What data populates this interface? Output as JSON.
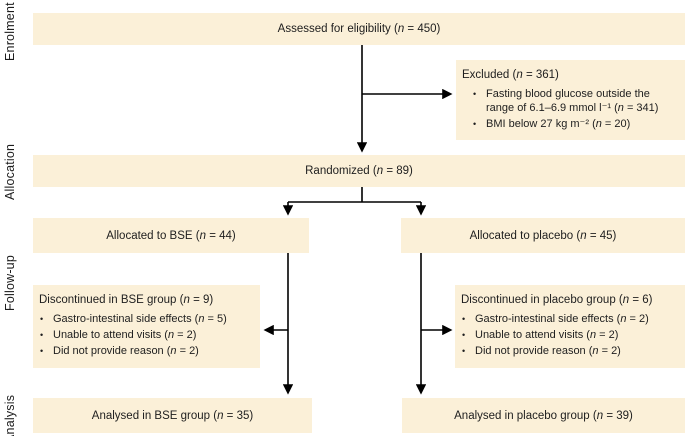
{
  "figure": {
    "kind": "consort-flow-diagram"
  },
  "colors": {
    "box_bg": "#fbf0d8",
    "text": "#1e1e1e",
    "arrow": "#000000",
    "background": "#ffffff"
  },
  "glyphs": {
    "bullet": "•"
  },
  "sections": [
    {
      "label": "Enrolment"
    },
    {
      "label": "Allocation"
    },
    {
      "label": "Follow-up"
    },
    {
      "label": "Analysis"
    }
  ],
  "boxes": {
    "assessed": {
      "text": "Assessed for eligibility (n = 450)"
    },
    "excluded": {
      "title": "Excluded (n = 361)",
      "bullets": [
        "Fasting blood glucose outside the range of 6.1–6.9 mmol l⁻¹ (n = 341)",
        "BMI below 27 kg m⁻² (n = 20)"
      ]
    },
    "randomized": {
      "text": "Randomized (n = 89)"
    },
    "allocated_bse": {
      "text": "Allocated to BSE (n = 44)"
    },
    "allocated_placebo": {
      "text": "Allocated to placebo (n = 45)"
    },
    "discontinued_bse": {
      "title": "Discontinued in BSE group (n = 9)",
      "bullets": [
        "Gastro-intestinal side effects (n = 5)",
        "Unable to attend visits (n = 2)",
        "Did not provide reason (n = 2)"
      ]
    },
    "discontinued_placebo": {
      "title": "Discontinued in placebo group (n = 6)",
      "bullets": [
        "Gastro-intestinal side effects (n = 2)",
        "Unable to attend visits (n = 2)",
        "Did not provide reason (n = 2)"
      ]
    },
    "analysed_bse": {
      "text": "Analysed in BSE group (n = 35)"
    },
    "analysed_placebo": {
      "text": "Analysed in placebo group (n = 39)"
    }
  }
}
